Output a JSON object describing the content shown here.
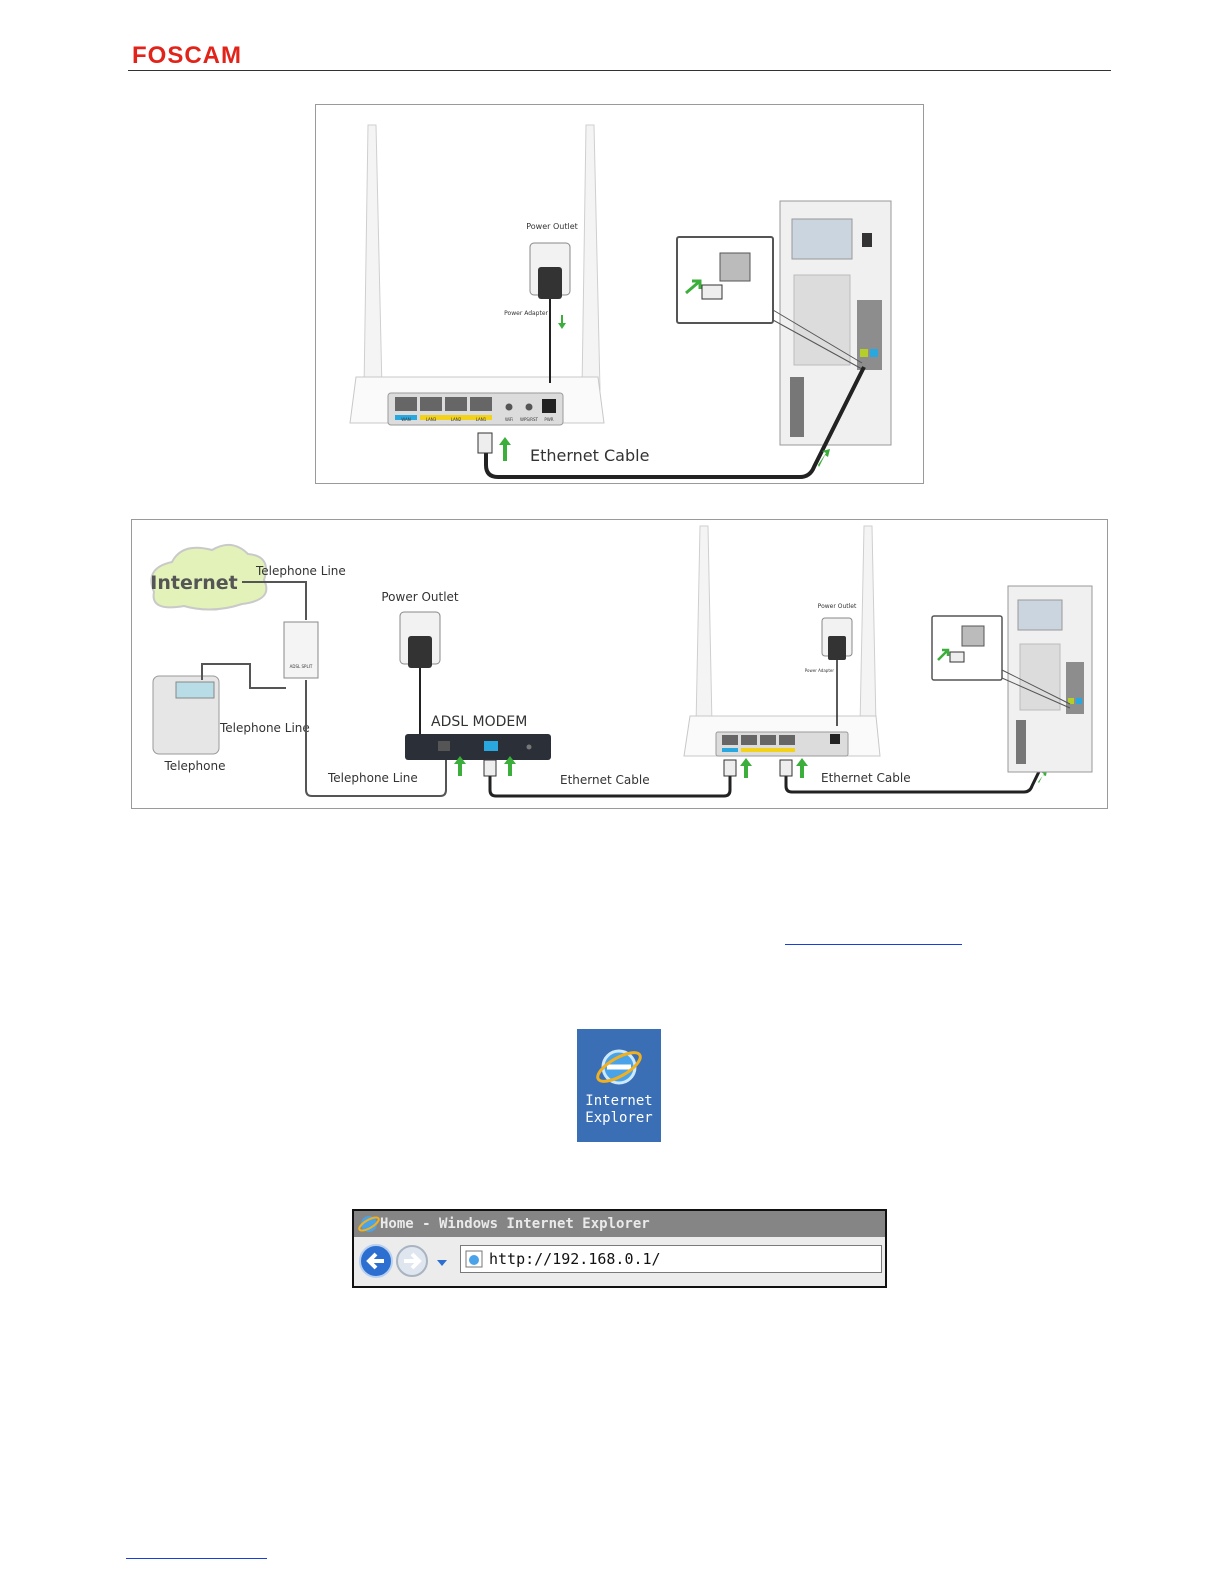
{
  "header": {
    "logo": "FOSCAM"
  },
  "figure1": {
    "power_outlet": "Power Outlet",
    "power_adapter": "Power Adapter",
    "ethernet_cable": "Ethernet Cable",
    "ports": [
      "WAN",
      "LAN3",
      "LAN2",
      "LAN1",
      "WiFi",
      "WPS/RST",
      "PWR"
    ]
  },
  "figure2": {
    "internet": "Internet",
    "telephone_line_top": "Telephone Line",
    "telephone_line_mid": "Telephone Line",
    "telephone_line_bottom": "Telephone Line",
    "telephone": "Telephone",
    "power_outlet_modem": "Power Outlet",
    "adsl_modem": "ADSL MODEM",
    "ethernet_cable_1": "Ethernet Cable",
    "ethernet_cable_2": "Ethernet Cable",
    "power_outlet_router": "Power Outlet",
    "power_adapter_router": "Power Adapter",
    "splitter_label": "ADSL SPLIT"
  },
  "desktop_icon": {
    "line1": "Internet",
    "line2": "Explorer"
  },
  "browser": {
    "window_title": "Home - Windows Internet Explorer",
    "address": "http://192.168.0.1/"
  },
  "colors": {
    "brand": "#e2231a",
    "link": "#1a3fd6",
    "arrow": "#3cae3c",
    "wan_port": "#29a8e0",
    "lan_port": "#f2d21a"
  }
}
